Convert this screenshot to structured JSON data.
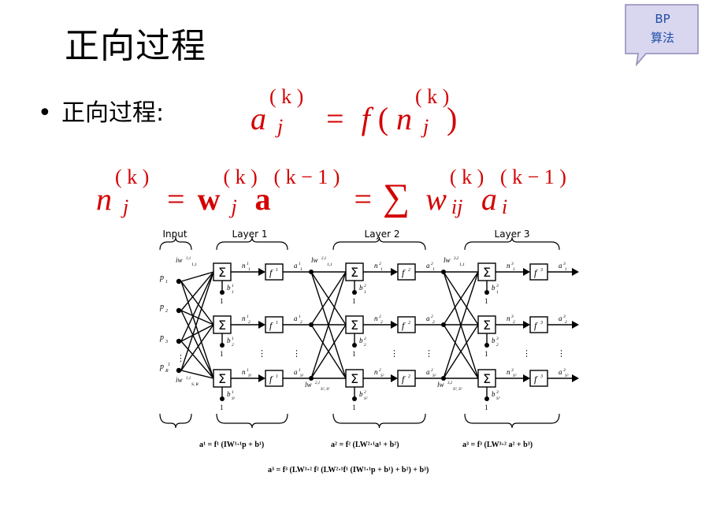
{
  "slide": {
    "title": "正向过程",
    "callout_line1": "BP",
    "callout_line2": "算法",
    "bullet_label": "正向过程:"
  },
  "formulas": {
    "eq1": {
      "a": "a",
      "k": "( k )",
      "j": "j",
      "equals": "=",
      "f": "f",
      "lp": "(",
      "n": "n",
      "rp": ")"
    },
    "eq2": {
      "n": "n",
      "k": "( k )",
      "j": "j",
      "equals": "=",
      "w": "w",
      "a": "a",
      "km1": "( k − 1 )",
      "sum": "∑",
      "w2": "w",
      "ij": "ij",
      "i": "i"
    }
  },
  "network": {
    "layer_labels": [
      "Input",
      "Layer 1",
      "Layer 2",
      "Layer 3"
    ],
    "inputs": [
      "p",
      "p",
      "p",
      "p"
    ],
    "input_subs": [
      "1",
      "2",
      "3",
      "R"
    ],
    "input_sup": [
      "",
      "",
      "",
      "1"
    ],
    "sum_symbol": "Σ",
    "weight_labels": {
      "iw_top": "iw",
      "iw_top_sup": "1,1",
      "iw_top_sub": "1,1",
      "iw_bot": "iw",
      "iw_bot_sup": "1,1",
      "iw_bot_sub": "S, R",
      "lw2_top": "lw",
      "lw2_top_sup": "2,1",
      "lw2_top_sub": "1,1",
      "lw2_bot": "lw",
      "lw2_bot_sup": "2,1",
      "lw2_bot_sub": "S², S¹",
      "lw3_top": "lw",
      "lw3_top_sup": "3,2",
      "lw3_top_sub": "1,1",
      "lw3_bot": "lw",
      "lw3_bot_sup": "3,2",
      "lw3_bot_sub": "S³, S²"
    },
    "one": "1",
    "layers": [
      {
        "f": "f",
        "f_sup": "1",
        "n": "n",
        "a": "a",
        "b": "b",
        "sup": "1",
        "row_subs": [
          "1",
          "2",
          "S¹"
        ]
      },
      {
        "f": "f",
        "f_sup": "2",
        "n": "n",
        "a": "a",
        "b": "b",
        "sup": "2",
        "row_subs": [
          "1",
          "2",
          "S²"
        ]
      },
      {
        "f": "f",
        "f_sup": "3",
        "n": "n",
        "a": "a",
        "b": "b",
        "sup": "3",
        "row_subs": [
          "1",
          "2",
          "S³"
        ]
      }
    ],
    "layer_equations": [
      "a¹ = f¹ (IW¹·¹p + b¹)",
      "a² = f² (LW²·¹a¹ + b²)",
      "a³ = f³ (LW³·² a² + b³)"
    ],
    "full_equation": "a³ = f³ (LW³·² f² (LW²·¹f¹ (IW¹·¹p + b¹) + b²) + b³)"
  }
}
